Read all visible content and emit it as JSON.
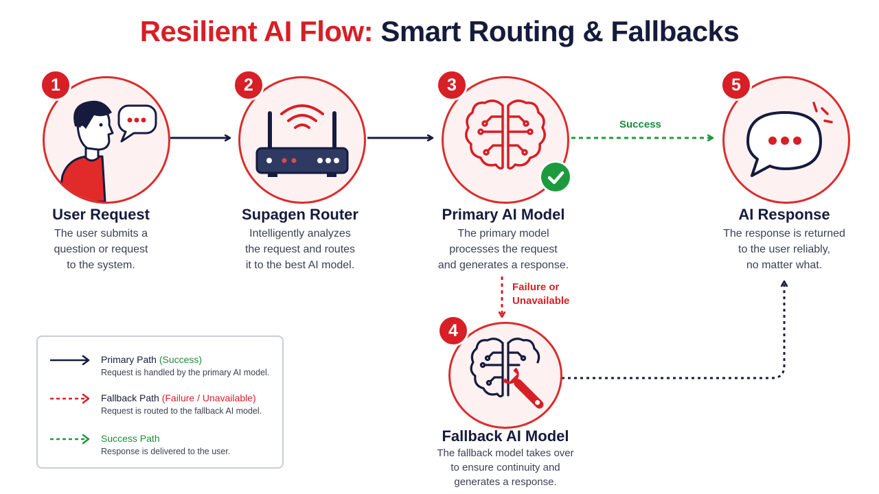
{
  "title": {
    "part1": "Resilient AI Flow:",
    "part2": "Smart Routing & Fallbacks"
  },
  "colors": {
    "accent_red": "#d71f26",
    "navy": "#161b3d",
    "success_green": "#1d9a3e",
    "circle_fill": "#fdf1f1"
  },
  "nodes": {
    "user_request": {
      "number": "1",
      "icon": "user-speaking-icon",
      "title": "User Request",
      "desc_lines": [
        "The user submits a",
        "question or request",
        "to the system."
      ]
    },
    "router": {
      "number": "2",
      "icon": "router-icon",
      "title": "Supagen Router",
      "desc_lines": [
        "Intelligently analyzes",
        "the request and routes",
        "it to the best AI model."
      ]
    },
    "primary_model": {
      "number": "3",
      "icon": "brain-circuit-icon",
      "title": "Primary AI Model",
      "desc_lines": [
        "The primary model",
        "processes the request",
        "and generates a response."
      ]
    },
    "fallback_model": {
      "number": "4",
      "icon": "brain-wrench-icon",
      "title": "Fallback AI Model",
      "desc_lines": [
        "The fallback model takes over",
        "to ensure continuity and",
        "generates a response."
      ]
    },
    "ai_response": {
      "number": "5",
      "icon": "chat-bubble-icon",
      "title": "AI Response",
      "desc_lines": [
        "The response is returned",
        "to the user reliably,",
        "no matter what."
      ]
    }
  },
  "flow_labels": {
    "success": "Success",
    "failure_line1": "Failure or",
    "failure_line2": "Unavailable"
  },
  "legend": {
    "primary": {
      "name": "Primary Path",
      "qualifier": "(Success)",
      "desc": "Request is handled by the primary AI model."
    },
    "fallback": {
      "name": "Fallback Path",
      "qualifier": "(Failure / Unavailable)",
      "desc": "Request is routed to the fallback AI model."
    },
    "success": {
      "name": "Success Path",
      "qualifier": "",
      "desc": "Response is delivered to the user."
    }
  }
}
